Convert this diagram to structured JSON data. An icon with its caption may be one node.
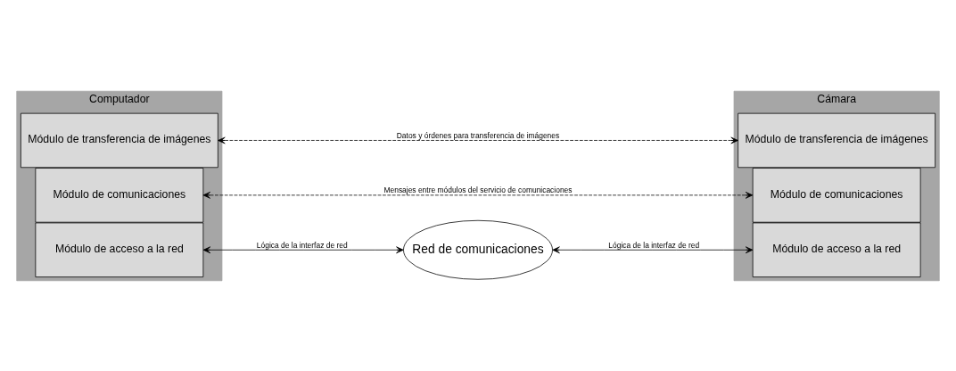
{
  "diagram": {
    "nodes": [
      {
        "text": [
          "Computador"
        ]
      },
      {
        "text": [
          "Módulo de transferencia de imágenes"
        ],
        "in": 0
      },
      {
        "text": [
          "Módulo de comunicaciones"
        ],
        "in": 0
      },
      {
        "text": [
          "Módulo de acceso a la red"
        ],
        "in": 0
      },
      {
        "text": [
          "Cámara"
        ]
      },
      {
        "text": [
          "Módulo de transferencia de imágenes"
        ],
        "in": 4
      },
      {
        "text": [
          "Módulo de comunicaciones"
        ],
        "in": 4
      },
      {
        "text": [
          "Módulo de acceso a la red"
        ],
        "in": 4
      },
      {
        "text": [
          "Red de comunicaciones"
        ]
      }
    ],
    "edges": [
      {
        "from": 1,
        "to": 5,
        "arrow": "both",
        "style": "dashed",
        "label": "Datos y órdenes para transferencia de imágenes"
      },
      {
        "from": 2,
        "to": 6,
        "arrow": "both",
        "style": "dashed",
        "label": "Mensajes entre módulos del servicio de comunicaciones"
      },
      {
        "from": 3,
        "to": 8,
        "arrow": "both",
        "label": "Lógica de la interfaz de red"
      },
      {
        "from": 8,
        "to": 7,
        "arrow": "both",
        "label": "Lógica de la interfaz de red"
      }
    ]
  }
}
